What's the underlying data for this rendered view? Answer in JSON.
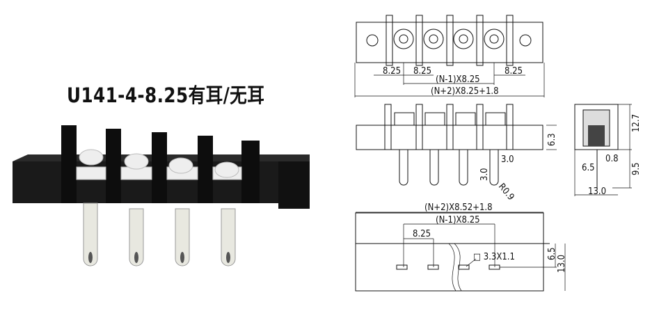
{
  "title": "U141-4-8.25有耳/无耳",
  "top_view": {
    "pitch_left": "8.25",
    "pitch_second": "8.25",
    "pitch_right": "8.25",
    "span": "(N-1)X8.25",
    "total": "(N+2)X8.25+1.8"
  },
  "front_view": {
    "height": "6.3",
    "pin_width": "3.0",
    "pin_offset": "3.0",
    "radius": "R0.9"
  },
  "side_view": {
    "total_height": "12.7",
    "lower_height": "9.5",
    "offset": "6.5",
    "thickness": "0.8",
    "depth": "13.0"
  },
  "bottom_view": {
    "total": "(N+2)X8.52+1.8",
    "span": "(N-1)X8.25",
    "pitch": "8.25",
    "slot": "□ 3.3X1.1",
    "half_depth": "6.5",
    "depth": "13.0"
  }
}
